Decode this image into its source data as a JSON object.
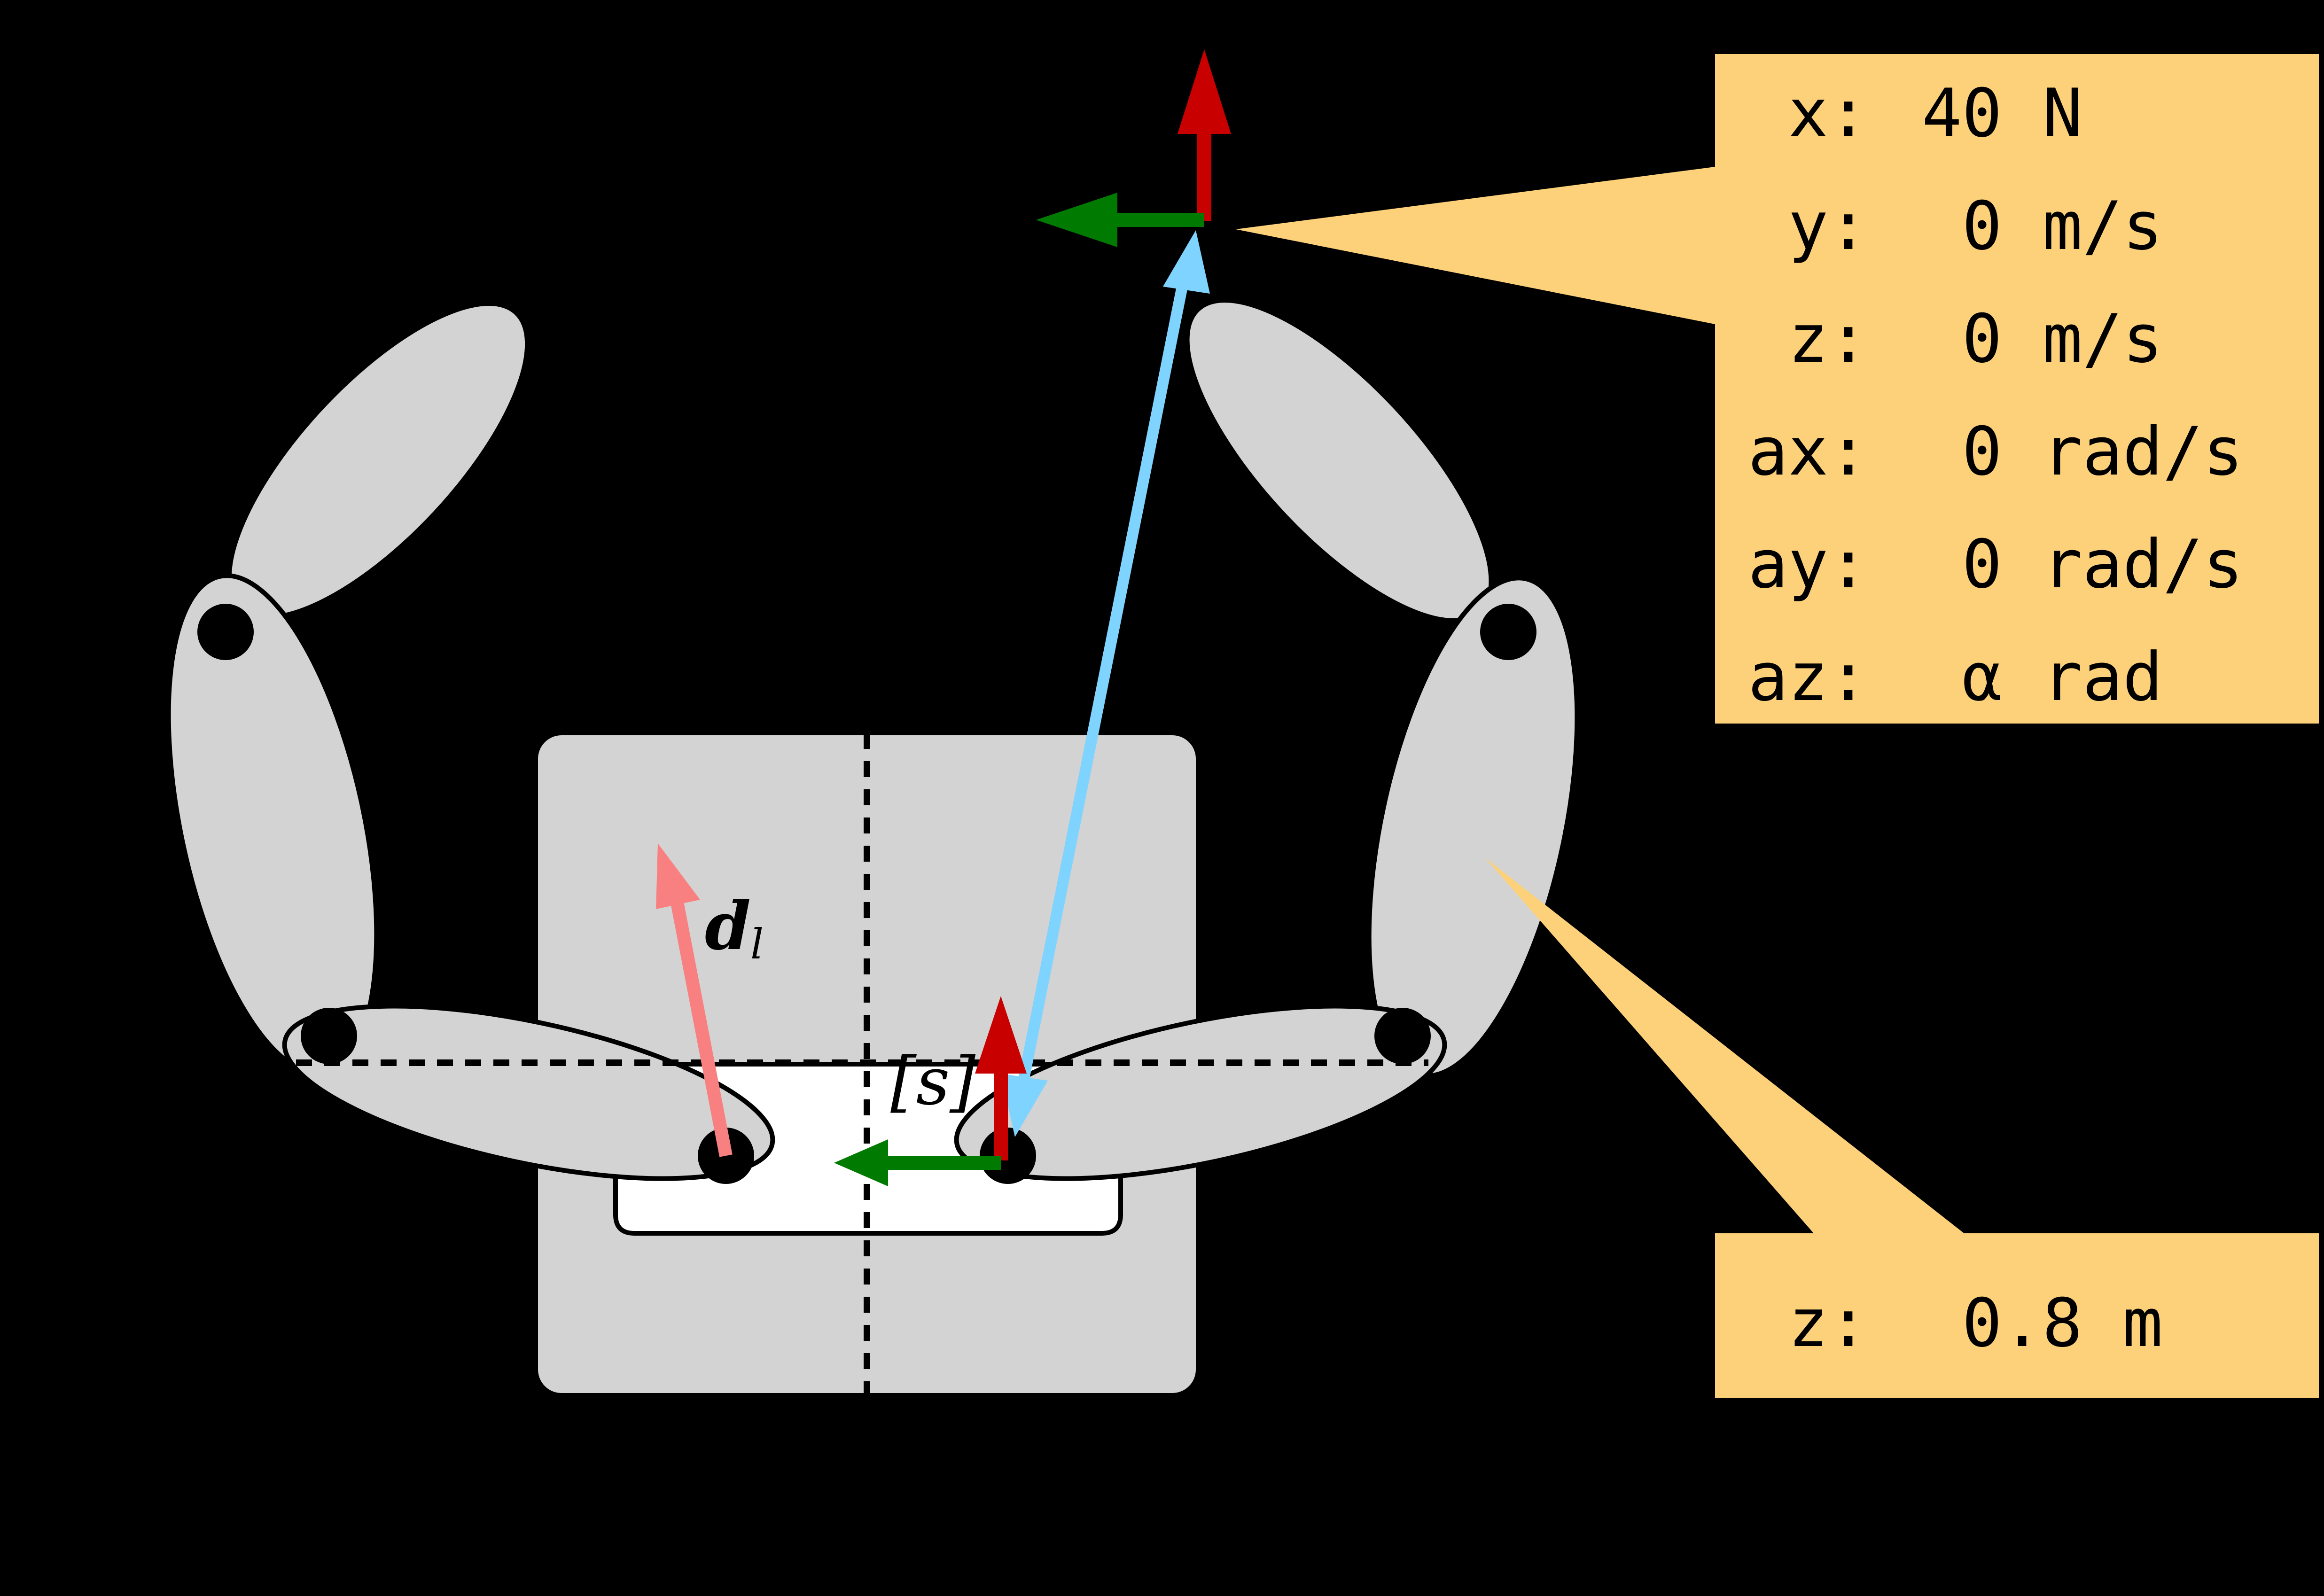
{
  "diagram": {
    "colors": {
      "background": "#000000",
      "body_fill": "#d3d3d3",
      "outline": "#000000",
      "slot_fill": "#ffffff",
      "callout_fill": "#fdd17a",
      "arrow_red": "#c80000",
      "arrow_green": "#007a00",
      "arrow_blue": "#7fd3ff",
      "arrow_salmon": "#f88080"
    },
    "labels": {
      "dl_base": "d",
      "dl_sub": "l",
      "frame_s": "[s]"
    },
    "callout_top": {
      "rows": [
        {
          "key": " x:",
          "value": "40 N"
        },
        {
          "key": " y:",
          "value": " 0 m/s"
        },
        {
          "key": " z:",
          "value": " 0 m/s"
        },
        {
          "key": "ax:",
          "value": " 0 rad/s"
        },
        {
          "key": "ay:",
          "value": " 0 rad/s"
        },
        {
          "key": "az:",
          "value": " α rad"
        }
      ]
    },
    "callout_bottom": {
      "rows": [
        {
          "key": " z:",
          "value": " 0.8 m"
        }
      ]
    }
  }
}
